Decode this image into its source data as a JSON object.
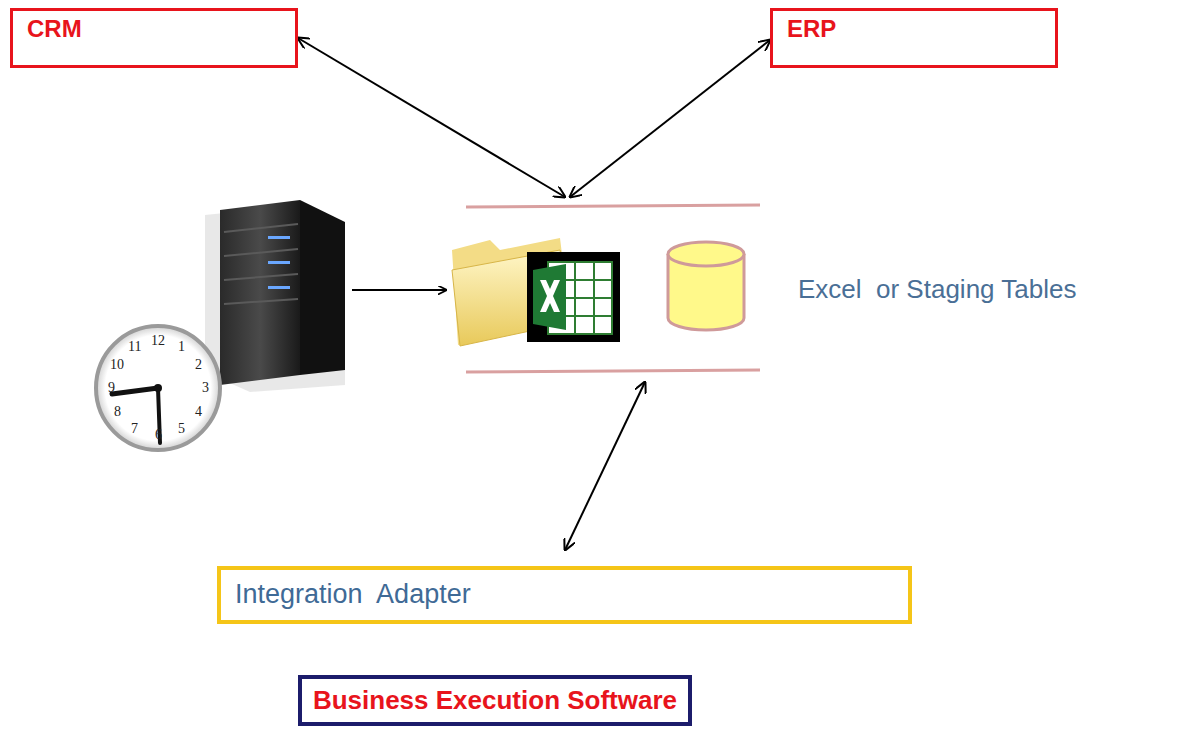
{
  "diagram": {
    "nodes": [
      {
        "text": [
          "CRM"
        ]
      },
      {
        "text": [
          "ERP"
        ]
      },
      {
        "text": [
          "Excel  or Staging Tables"
        ]
      },
      {
        "text": [
          "Integration  Adapter"
        ]
      },
      {
        "text": [
          "Business Execution Software"
        ]
      }
    ],
    "edges": [
      {
        "from": 0,
        "to": 2,
        "arrow": "both"
      },
      {
        "from": 1,
        "to": 2,
        "arrow": "both"
      },
      {
        "from": 2,
        "to": 3,
        "arrow": "both"
      }
    ],
    "labels": [
      "12",
      "1",
      "2",
      "3",
      "4",
      "5",
      "6",
      "7",
      "8",
      "9",
      "10",
      "11"
    ]
  }
}
